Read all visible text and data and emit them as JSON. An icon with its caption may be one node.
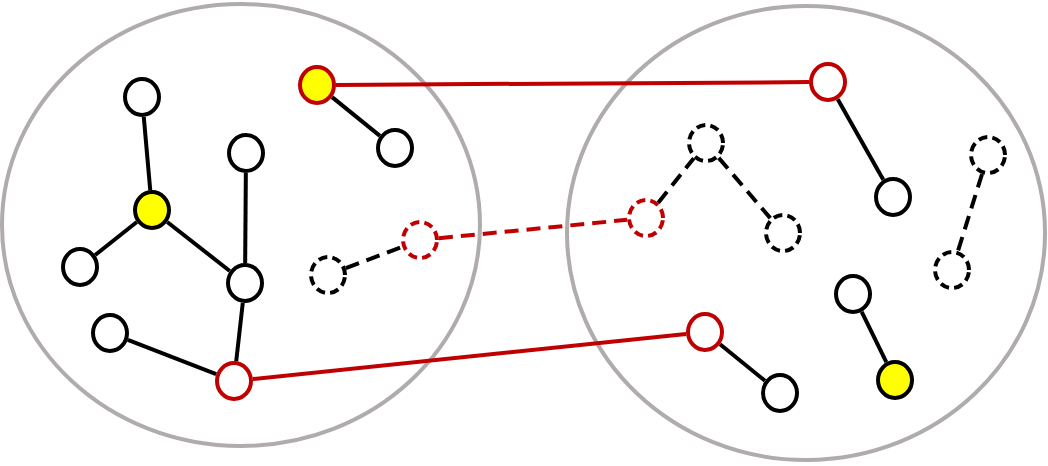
{
  "diagram": {
    "nodes": [
      {
        "text": [],
        "shape": "circle"
      },
      {
        "text": [],
        "shape": "circle"
      },
      {
        "text": [],
        "shape": "circle",
        "in": 0
      },
      {
        "text": [],
        "shape": "circle",
        "in": 0
      },
      {
        "text": [],
        "shape": "circle",
        "in": 0
      },
      {
        "text": [],
        "shape": "circle",
        "in": 0
      },
      {
        "text": [],
        "shape": "circle",
        "in": 0
      },
      {
        "text": [],
        "shape": "circle",
        "in": 0
      },
      {
        "text": [],
        "shape": "circle",
        "in": 0
      },
      {
        "text": [],
        "shape": "circle",
        "in": 0
      },
      {
        "text": [],
        "shape": "circle",
        "in": 0
      },
      {
        "text": [],
        "shape": "circle",
        "in": 0
      },
      {
        "text": [],
        "shape": "circle",
        "in": 0
      },
      {
        "text": [],
        "shape": "circle",
        "in": 1
      },
      {
        "text": [],
        "shape": "circle",
        "in": 1
      },
      {
        "text": [],
        "shape": "circle",
        "in": 1
      },
      {
        "text": [],
        "shape": "circle",
        "in": 1
      },
      {
        "text": [],
        "shape": "circle",
        "in": 1
      },
      {
        "text": [],
        "shape": "circle",
        "in": 1
      },
      {
        "text": [],
        "shape": "circle",
        "in": 1
      },
      {
        "text": [],
        "shape": "circle",
        "in": 1
      },
      {
        "text": [],
        "shape": "circle",
        "in": 1
      },
      {
        "text": [],
        "shape": "circle",
        "in": 1
      },
      {
        "text": [],
        "shape": "circle",
        "in": 1
      }
    ],
    "edges": [
      {
        "from": 2,
        "to": 3,
        "arrow": "none"
      },
      {
        "from": 3,
        "to": 4,
        "arrow": "none"
      },
      {
        "from": 3,
        "to": 6,
        "arrow": "none"
      },
      {
        "from": 5,
        "to": 6,
        "arrow": "none"
      },
      {
        "from": 6,
        "to": 8,
        "arrow": "none"
      },
      {
        "from": 7,
        "to": 8,
        "arrow": "none"
      },
      {
        "from": 9,
        "to": 10,
        "arrow": "none"
      },
      {
        "from": 9,
        "to": 13,
        "arrow": "none",
        "color": "#c00000"
      },
      {
        "from": 13,
        "to": 14,
        "arrow": "none"
      },
      {
        "from": 11,
        "to": 12,
        "arrow": "none",
        "style": "dashed"
      },
      {
        "from": 12,
        "to": 16,
        "arrow": "none",
        "style": "dashed",
        "color": "#c00000"
      },
      {
        "from": 16,
        "to": 15,
        "arrow": "none",
        "style": "dashed"
      },
      {
        "from": 15,
        "to": 17,
        "arrow": "none",
        "style": "dashed"
      },
      {
        "from": 18,
        "to": 19,
        "arrow": "none",
        "style": "dashed"
      },
      {
        "from": 20,
        "to": 21,
        "arrow": "none"
      },
      {
        "from": 8,
        "to": 22,
        "arrow": "none",
        "color": "#c00000"
      },
      {
        "from": 22,
        "to": 23,
        "arrow": "none"
      }
    ]
  }
}
